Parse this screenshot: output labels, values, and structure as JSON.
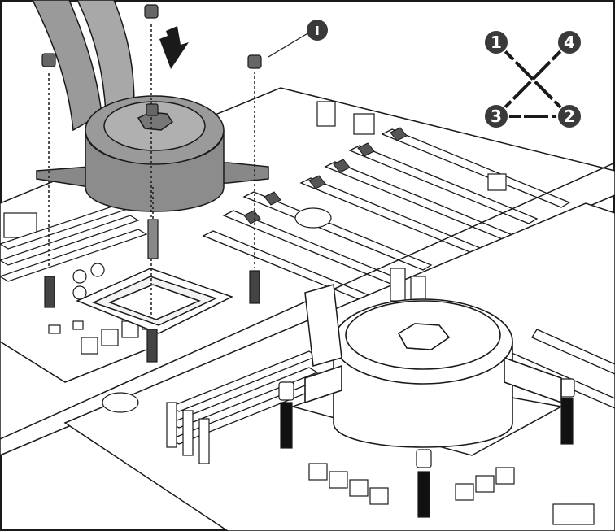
{
  "step_badge": {
    "label": "I"
  },
  "sequence_diagram": {
    "nodes": [
      {
        "label": "1"
      },
      {
        "label": "4"
      },
      {
        "label": "3"
      },
      {
        "label": "2"
      }
    ]
  },
  "colors": {
    "line": "#1a1a1a",
    "pump": "#8c8c8c",
    "pump_light": "#e6e6e6",
    "board": "#ffffff",
    "badge": "#3a3a3a"
  },
  "icons": [
    "down-arrow-icon",
    "screw-icon",
    "standoff-icon"
  ]
}
